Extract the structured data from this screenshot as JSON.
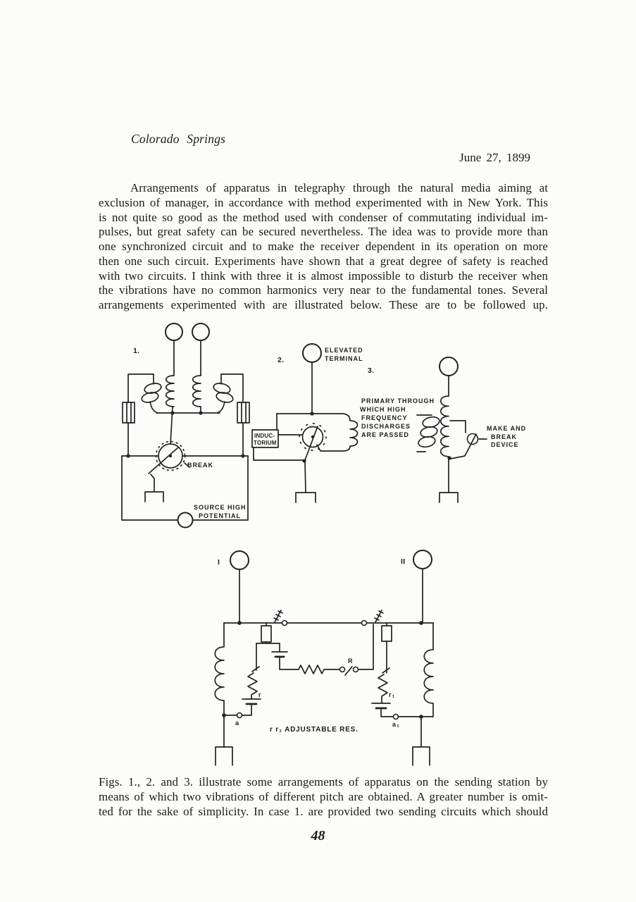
{
  "page": {
    "location": "Colorado Springs",
    "date": "June 27, 1899",
    "page_number": "48"
  },
  "paragraph1": {
    "lines": [
      "Arrangements of apparatus in telegraphy through the natural media aiming at",
      "exclusion of manager, in accordance with method experimented with in New York. This",
      "is not quite so good as the method used with condenser of commutating individual im-",
      "pulses, but great safety can be secured nevertheless. The idea was to provide more than",
      "one synchronized circuit and to make the receiver dependent in its operation on more",
      "then one such circuit. Experiments have shown that a great degree of safety is reached",
      "with two circuits. I think with three it is almost impossible to disturb the receiver when",
      "the vibrations have no common harmonics very near to the fundamental tones. Several",
      "arrangements experimented with are illustrated below. These are to be followed up."
    ]
  },
  "paragraph2": {
    "lines": [
      "Figs. 1., 2. and 3. illustrate some arrangements of apparatus on the sending station by",
      "means of which two vibrations of different pitch are obtained. A greater number is omit-",
      "ted for the sake of simplicity. In case 1. are provided two sending circuits which should"
    ]
  },
  "figures": {
    "fig1": {
      "label": "1.",
      "break_label": "BREAK",
      "source_line1": "SOURCE HIGH",
      "source_line2": "POTENTIAL"
    },
    "fig2": {
      "label": "2.",
      "terminal_line1": "ELEVATED",
      "terminal_line2": "TERMINAL",
      "box_line1": "INDUC-",
      "box_line2": "TORIUM",
      "primary_lines": [
        "PRIMARY THROUGH",
        "WHICH HIGH",
        "FREQUENCY",
        "DISCHARGES",
        "ARE PASSED"
      ]
    },
    "fig3": {
      "label": "3.",
      "mb_line1": "MAKE AND",
      "mb_line2": "BREAK",
      "mb_line3": "DEVICE"
    },
    "fig4": {
      "label_left": "I",
      "label_right": "II",
      "r_label": "r",
      "r1_label": "r₁",
      "R_label": "R",
      "a_label": "a",
      "a1_label": "a₁",
      "caption": "r r₁ ADJUSTABLE RES."
    }
  }
}
